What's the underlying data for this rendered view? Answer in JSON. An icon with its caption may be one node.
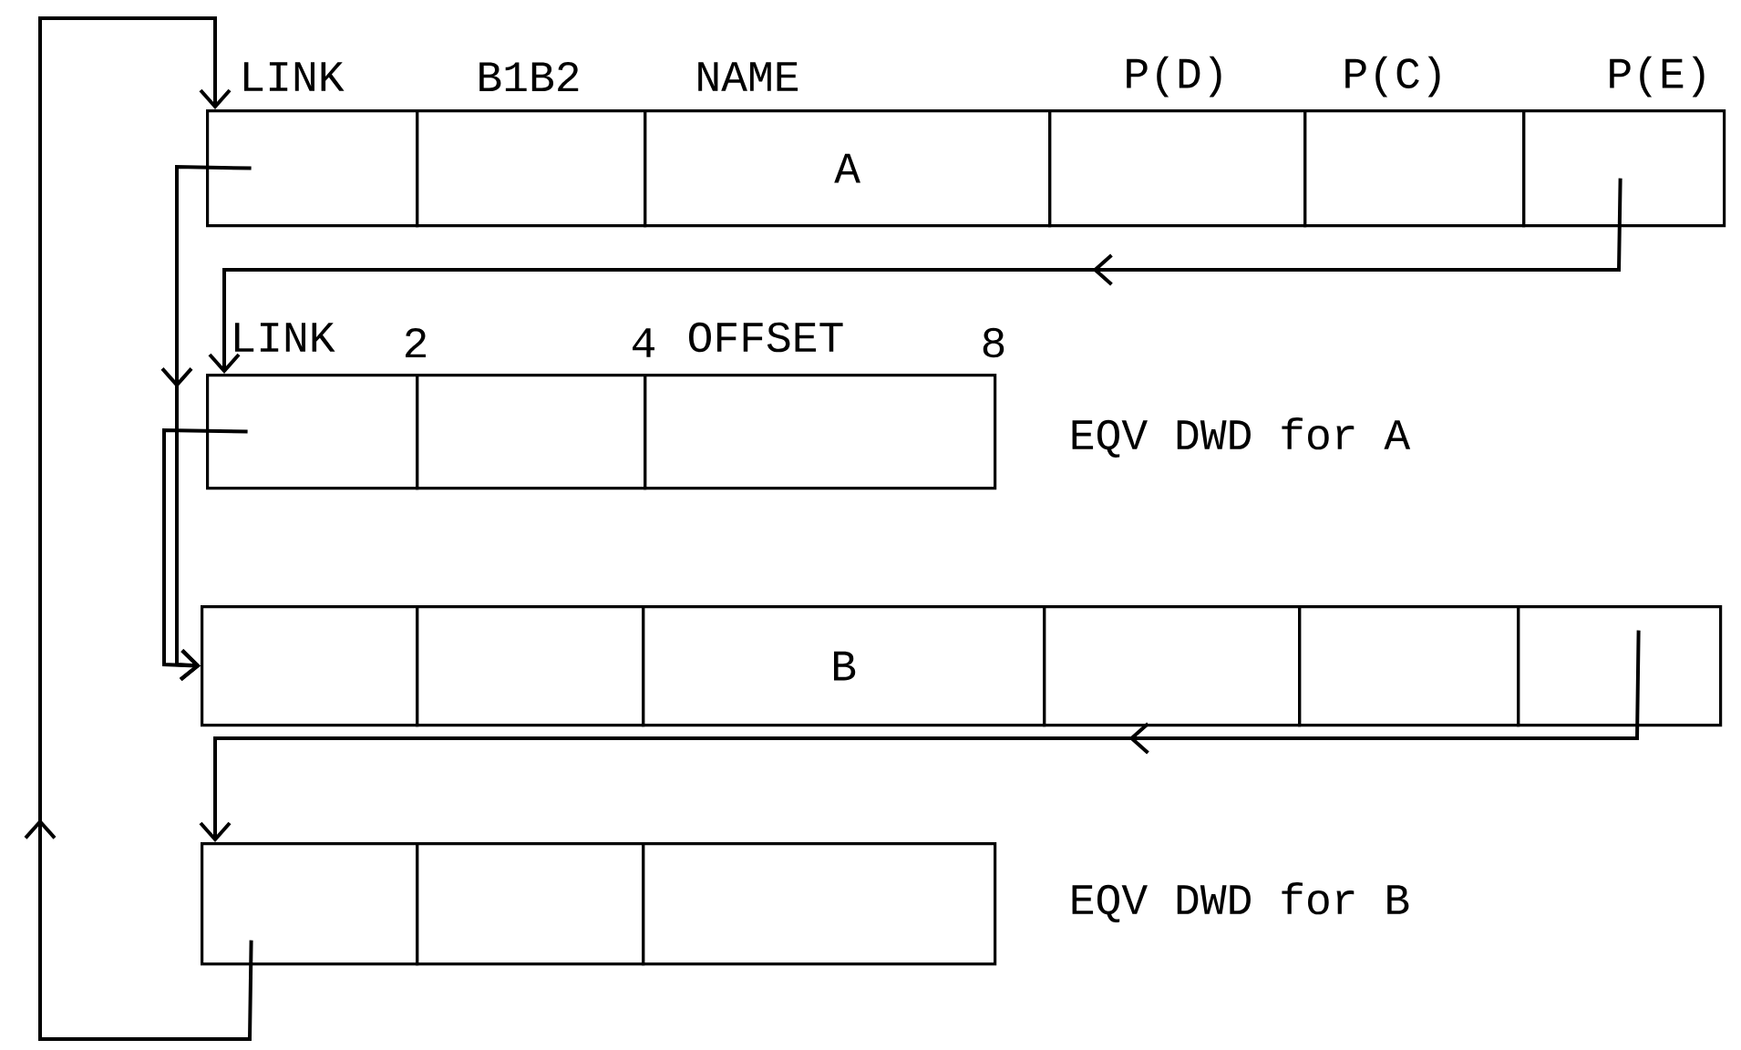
{
  "diagram": {
    "nodes": [
      {
        "text": [],
        "shape": "box"
      },
      {
        "text": [],
        "shape": "box"
      },
      {
        "text": [
          "A"
        ]
      },
      {
        "text": [],
        "shape": "box"
      },
      {
        "text": [],
        "shape": "box"
      },
      {
        "text": [],
        "shape": "box"
      },
      {
        "text": [],
        "shape": "box"
      },
      {
        "text": [],
        "shape": "box"
      },
      {
        "text": [],
        "shape": "box"
      },
      {
        "text": [],
        "shape": "box"
      },
      {
        "text": [],
        "shape": "box"
      },
      {
        "text": [
          "B"
        ]
      },
      {
        "text": [],
        "shape": "box"
      },
      {
        "text": [],
        "shape": "box"
      },
      {
        "text": [],
        "shape": "box"
      },
      {
        "text": [],
        "shape": "box"
      },
      {
        "text": [],
        "shape": "box"
      },
      {
        "text": [],
        "shape": "box"
      }
    ],
    "edges": [
      {
        "from": 0,
        "to": 9,
        "arrow": "to"
      },
      {
        "from": 5,
        "to": 6,
        "arrow": "to"
      },
      {
        "from": 6,
        "to": 9,
        "arrow": "to"
      },
      {
        "from": 14,
        "to": 15,
        "arrow": "to"
      },
      {
        "from": 15,
        "to": 0,
        "arrow": "to"
      }
    ],
    "labels": [
      "LINK",
      "B1B2",
      "NAME",
      "P(D)",
      "P(C)",
      "P(E)",
      "LINK",
      "2",
      "4",
      "OFFSET",
      "8",
      "EQV DWD for A",
      "EQV DWD for B"
    ]
  }
}
